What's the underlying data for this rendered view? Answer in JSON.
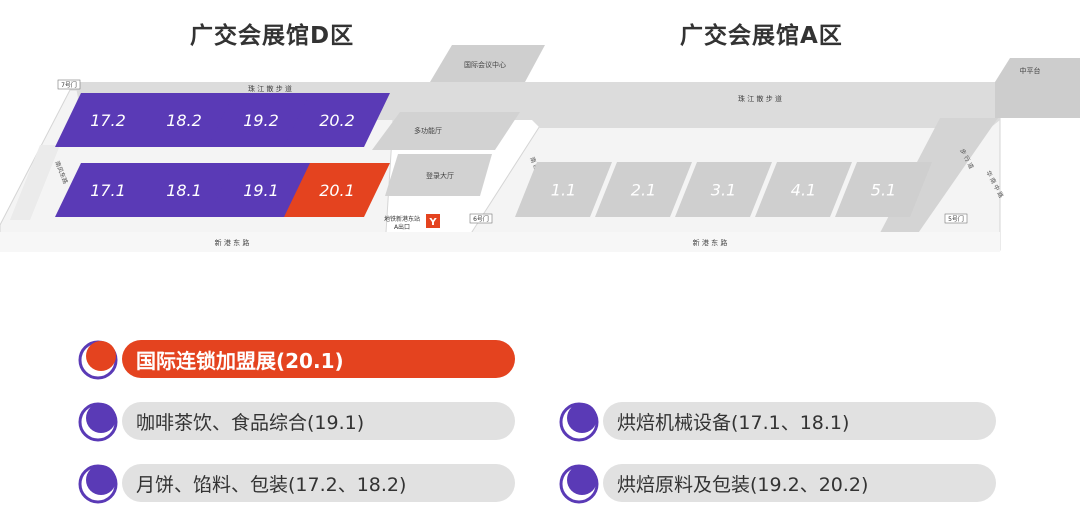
{
  "titles": {
    "zone_d": "广交会展馆D区",
    "zone_a": "广交会展馆A区"
  },
  "colors": {
    "purple": "#5a3ab6",
    "purple_top": "#6b4cc8",
    "orange": "#e4431f",
    "gray": "#cfcfcf",
    "gray_road": "#e6e6e6"
  },
  "map": {
    "halls_d": [
      {
        "label": "17.2",
        "type": "purple"
      },
      {
        "label": "18.2",
        "type": "purple"
      },
      {
        "label": "19.2",
        "type": "purple"
      },
      {
        "label": "20.2",
        "type": "purple"
      },
      {
        "label": "17.1",
        "type": "purple"
      },
      {
        "label": "18.1",
        "type": "purple"
      },
      {
        "label": "19.1",
        "type": "purple"
      },
      {
        "label": "20.1",
        "type": "orange"
      }
    ],
    "halls_a": [
      "1.1",
      "2.1",
      "3.1",
      "4.1",
      "5.1"
    ],
    "buildings": {
      "conference": "国际会议中心",
      "multi_hall": "多功能厅",
      "entrance_hall": "登录大厅",
      "platform": "中平台"
    },
    "roads": {
      "jiang_d": "珠 江 散 步 道",
      "jiang_a": "珠 江 散 步 道",
      "xingang_d": "新 港 东 路",
      "xingang_a": "新 港 东 路",
      "west_d": "南风东路",
      "west_a": "南 经 西 路",
      "east_a": "华 南 中 路",
      "pedestrian": "步 行 道"
    },
    "gates": {
      "gate7": "7号门",
      "gate6": "6号门",
      "gate5": "5号门"
    },
    "metro": {
      "line1": "地铁新港东站",
      "line2": "A出口"
    }
  },
  "legend": {
    "highlight": "国际连锁加盟展(20.1)",
    "left": [
      "咖啡茶饮、食品综合(19.1)",
      "月饼、馅料、包装(17.2、18.2)"
    ],
    "right": [
      "烘焙机械设备(17.1、18.1)",
      "烘焙原料及包装(19.2、20.2)"
    ]
  }
}
